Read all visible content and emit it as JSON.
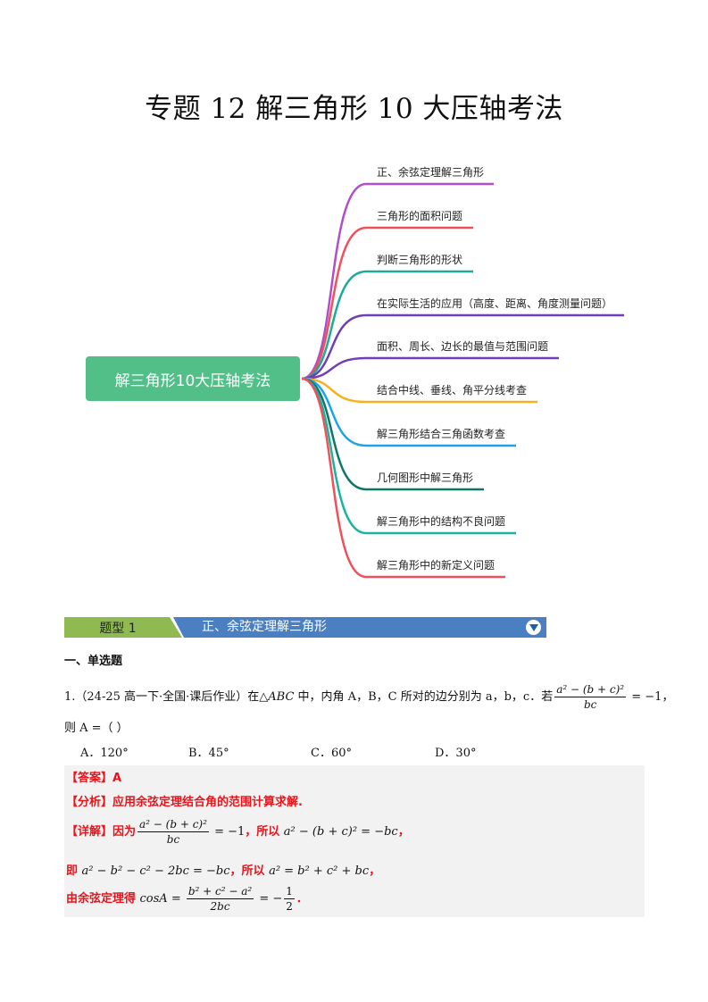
{
  "title": "专题 12  解三角形 10 大压轴考法",
  "mindmap": {
    "root": "解三角形10大压轴考法",
    "branches": [
      {
        "label": "正、余弦定理解三角形",
        "color": "#b04fc9"
      },
      {
        "label": "三角形的面积问题",
        "color": "#f0505a"
      },
      {
        "label": "判断三角形的形状",
        "color": "#1aab9a"
      },
      {
        "label": "在实际生活的应用（高度、距离、角度测量问题）",
        "color": "#6c3fb8"
      },
      {
        "label": "面积、周长、边长的最值与范围问题",
        "color": "#7040b8"
      },
      {
        "label": "结合中线、垂线、角平分线考查",
        "color": "#f5b121"
      },
      {
        "label": "解三角形结合三角函数考查",
        "color": "#1ca3e6"
      },
      {
        "label": "几何图形中解三角形",
        "color": "#0f7566"
      },
      {
        "label": "解三角形中的结构不良问题",
        "color": "#1ab3a0"
      },
      {
        "label": "解三角形中的新定义问题",
        "color": "#f0505a"
      }
    ]
  },
  "banner": {
    "tag": "题型 1",
    "title": "正、余弦定理解三角形"
  },
  "section": "一、单选题",
  "question": {
    "prefix": "1.（24-25 高一下·全国·课后作业）在△",
    "abc": "ABC",
    "middle": " 中，内角 A，B，C 所对的边分别为 a，b，c．若",
    "frac_num": "a² − (b + c)²",
    "frac_den": "bc",
    "suffix": " = −1，",
    "line2": "则 A =（    ）",
    "options": [
      "A．120°",
      "B．45°",
      "C．60°",
      "D．30°"
    ]
  },
  "answer": {
    "answer_label": "【答案】A",
    "analysis": "【分析】应用余弦定理结合角的范围计算求解.",
    "detail_label": "【详解】因为",
    "detail_num": "a² − (b + c)²",
    "detail_den": "bc",
    "detail_eq": " = −1",
    "detail_so": "，所以 ",
    "detail_eq2": "a² − (b + c)² = −bc",
    "comma": "，",
    "line4_a": "即 ",
    "line4_m1": "a² − b² − c² − 2bc = −bc",
    "line4_b": "，所以 ",
    "line4_m2": "a² = b² + c² + bc",
    "line5_a": "由余弦定理得 ",
    "line5_cos": "cosA = ",
    "line5_num": "b² + c² − a²",
    "line5_den": "2bc",
    "line5_eq": " = −",
    "line5_n2": "1",
    "line5_d2": "2",
    "period": "．"
  }
}
